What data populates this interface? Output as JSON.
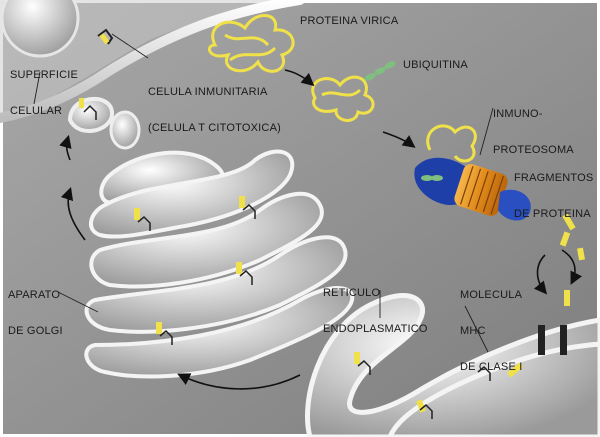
{
  "labels": {
    "proteina_virica": "PROTEINA VIRICA",
    "ubiquitina": "UBIQUITINA",
    "superficie_celular": [
      "SUPERFICIE",
      "CELULAR"
    ],
    "celula_inmunitaria": [
      "CELULA INMUNITARIA",
      "(CELULA T CITOTOXICA)"
    ],
    "inmunoproteosoma": [
      "INMUNO-",
      "PROTEOSOMA"
    ],
    "fragmentos": [
      "FRAGMENTOS",
      "DE PROTEINA"
    ],
    "aparato_golgi": [
      "APARATO",
      "DE GOLGI"
    ],
    "reticulo": [
      "RETICULO",
      "ENDOPLASMATICO"
    ],
    "molecula_mhc": [
      "MOLECULA",
      "MHC",
      "DE CLASE I"
    ]
  },
  "colors": {
    "background": "#8f8f8f",
    "membrane": "#f2f2f2",
    "cytoplasm": "#9a9a9a",
    "protein": "#f0e14a",
    "ubiquitin": "#7fbf7f",
    "proteasome_orange": "#e08a1a",
    "proteasome_blue": "#1f3fa8",
    "mhc_dark": "#222222"
  },
  "icons": [
    "arrow-icon",
    "mhc-receptor-icon",
    "peptide-fragment-icon",
    "ubiquitin-chain-icon"
  ]
}
